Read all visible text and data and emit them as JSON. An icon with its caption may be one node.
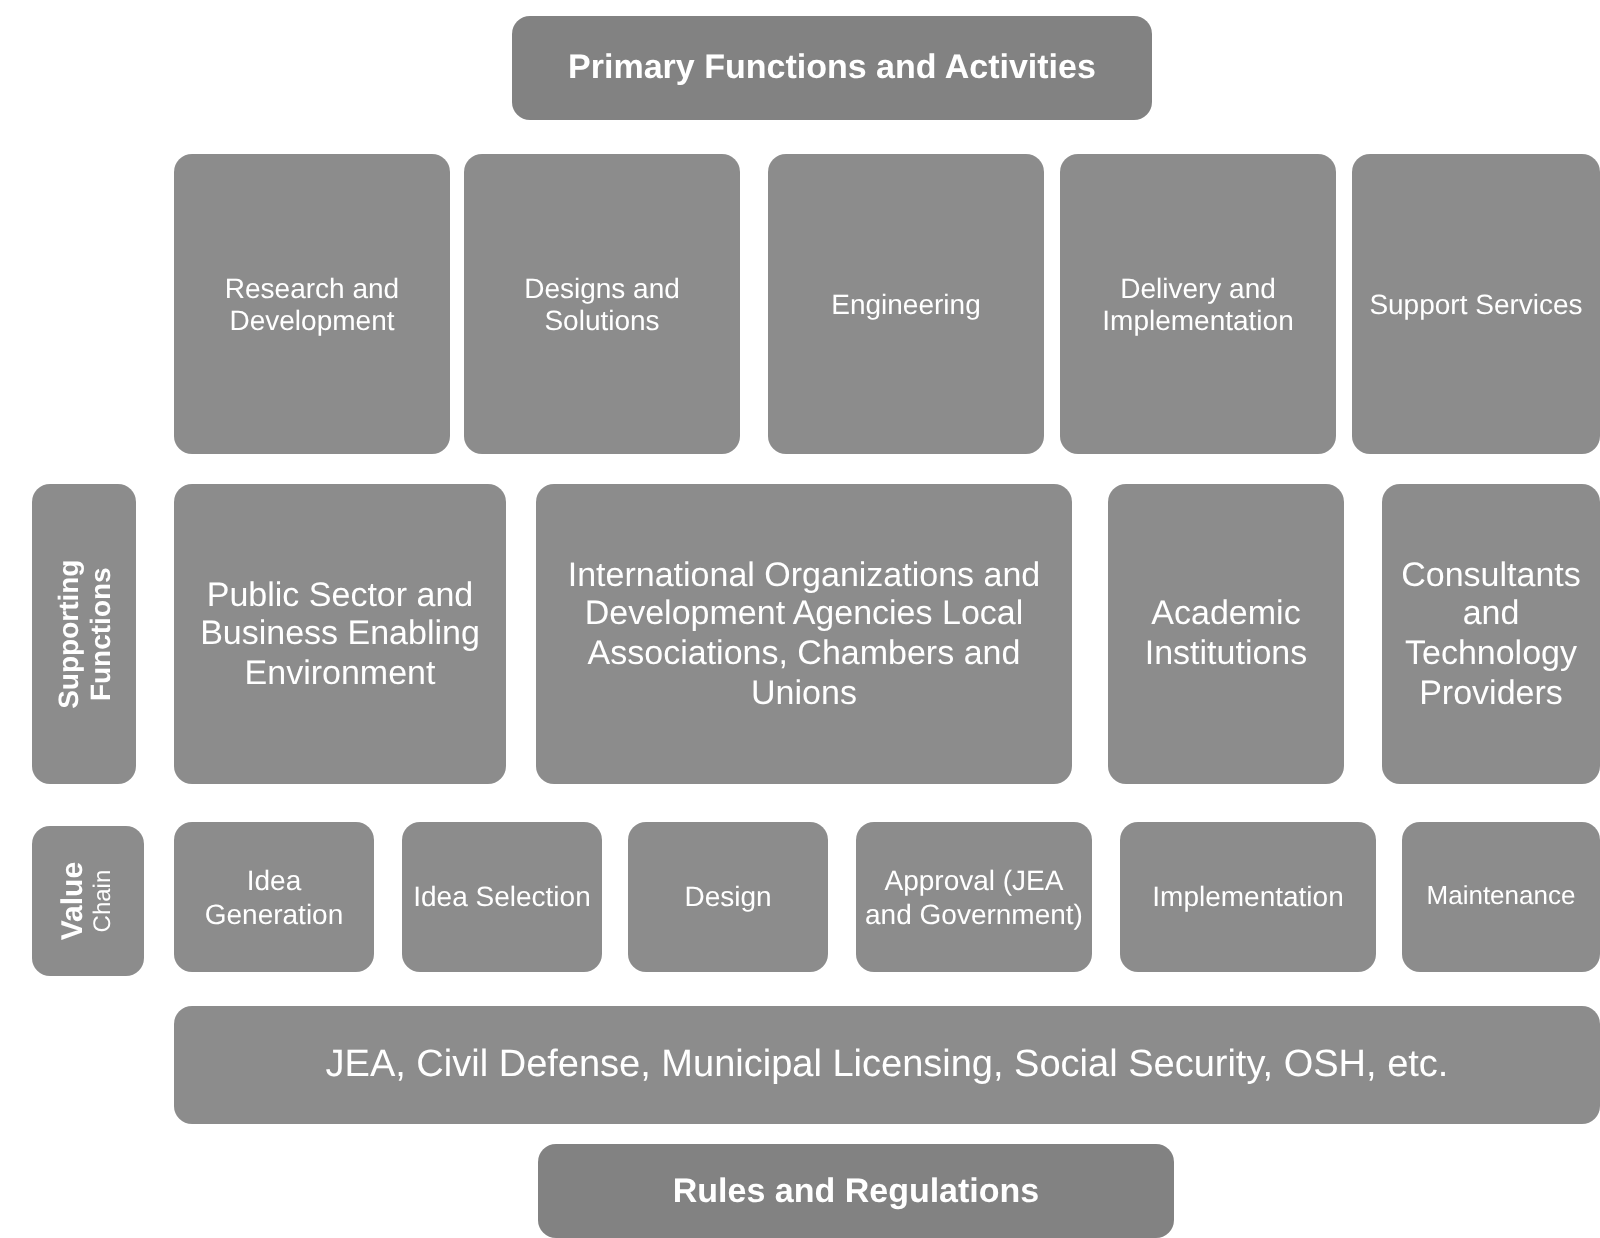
{
  "diagram": {
    "nodes": [
      {
        "text": [
          "Primary Functions and Activities"
        ]
      },
      {
        "text": [
          "Research and Development"
        ]
      },
      {
        "text": [
          "Designs and Solutions"
        ]
      },
      {
        "text": [
          "Engineering"
        ]
      },
      {
        "text": [
          "Delivery and Implementation"
        ]
      },
      {
        "text": [
          "Support Services"
        ]
      },
      {
        "text": [
          "Supporting Functions"
        ]
      },
      {
        "text": [
          "Public Sector and Business Enabling Environment"
        ]
      },
      {
        "text": [
          "International Organizations and Development Agencies Local Associations, Chambers and Unions"
        ]
      },
      {
        "text": [
          "Academic Institutions"
        ]
      },
      {
        "text": [
          "Consultants and Technology Providers"
        ]
      },
      {
        "text": [
          "Value",
          "Chain"
        ]
      },
      {
        "text": [
          "Idea Generation"
        ]
      },
      {
        "text": [
          "Idea Selection"
        ]
      },
      {
        "text": [
          "Design"
        ]
      },
      {
        "text": [
          "Approval (JEA and Government)"
        ]
      },
      {
        "text": [
          "Implementation"
        ]
      },
      {
        "text": [
          "Maintenance"
        ]
      },
      {
        "text": [
          "JEA, Civil Defense, Municipal Licensing, Social Security, OSH, etc."
        ]
      },
      {
        "text": [
          "Rules and Regulations"
        ]
      }
    ]
  }
}
